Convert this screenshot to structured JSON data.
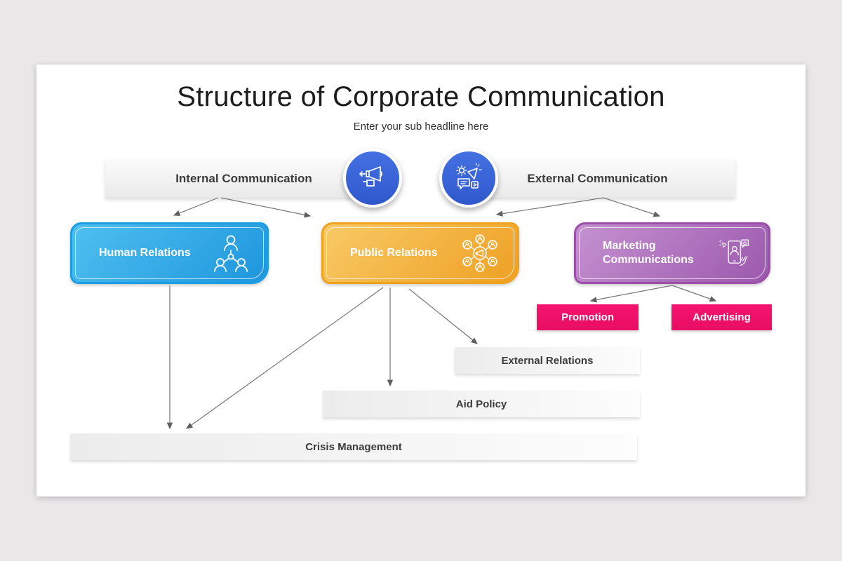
{
  "slide": {
    "title": "Structure of Corporate Communication",
    "subtitle": "Enter your sub headline here"
  },
  "headers": {
    "internal": {
      "label": "Internal Communication",
      "icon": "megaphone-hand-icon"
    },
    "external": {
      "label": "External Communication",
      "icon": "announcement-chat-gear-icon"
    }
  },
  "branches": [
    {
      "label": "Human Relations",
      "icon": "org-chart-people-icon",
      "color": "#2BA9E6"
    },
    {
      "label": "Public Relations",
      "icon": "megaphone-network-icon",
      "color": "#F2A62B"
    },
    {
      "label": "Marketing Communications",
      "icon": "phone-promotion-hand-icon",
      "color": "#A566B5"
    }
  ],
  "marketing_children": [
    {
      "label": "Promotion"
    },
    {
      "label": "Advertising"
    }
  ],
  "level3": [
    {
      "label": "External Relations"
    },
    {
      "label": "Aid Policy"
    },
    {
      "label": "Crisis Management"
    }
  ],
  "colors": {
    "accent_pink": "#F0126B",
    "icon_circle_blue": "#3B67D6",
    "slide_background": "#FFFFFF",
    "page_background": "#E9E7E8",
    "bar_text": "#3C3C3C"
  }
}
